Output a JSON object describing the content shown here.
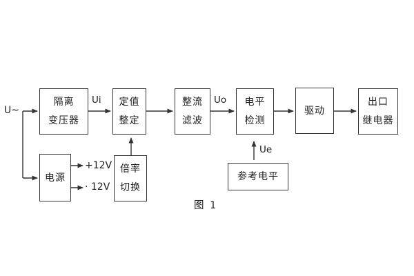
{
  "figure": {
    "caption": "图 1"
  },
  "signals": {
    "input": "U~",
    "after_transformer": "Ui",
    "after_filter": "Uo",
    "reference": "Ue",
    "rail_positive": "+12V",
    "rail_negative": "· 12V"
  },
  "blocks": {
    "isolation_transformer": {
      "line1": "隔离",
      "line2": "变压器"
    },
    "value_setting": {
      "line1": "定值",
      "line2": "整定"
    },
    "rectifier_filter": {
      "line1": "整流",
      "line2": "滤波"
    },
    "level_detection": {
      "line1": "电平",
      "line2": "检测"
    },
    "drive": {
      "label": "驱动"
    },
    "output_relay": {
      "line1": "出口",
      "line2": "继电器"
    },
    "power_supply": {
      "label": "电源"
    },
    "ratio_switch": {
      "line1": "倍率",
      "line2": "切换"
    },
    "reference_level": {
      "label": "参考电平"
    }
  },
  "colors": {
    "line": "#333333",
    "text": "#1d1d1d",
    "background": "#ffffff"
  }
}
